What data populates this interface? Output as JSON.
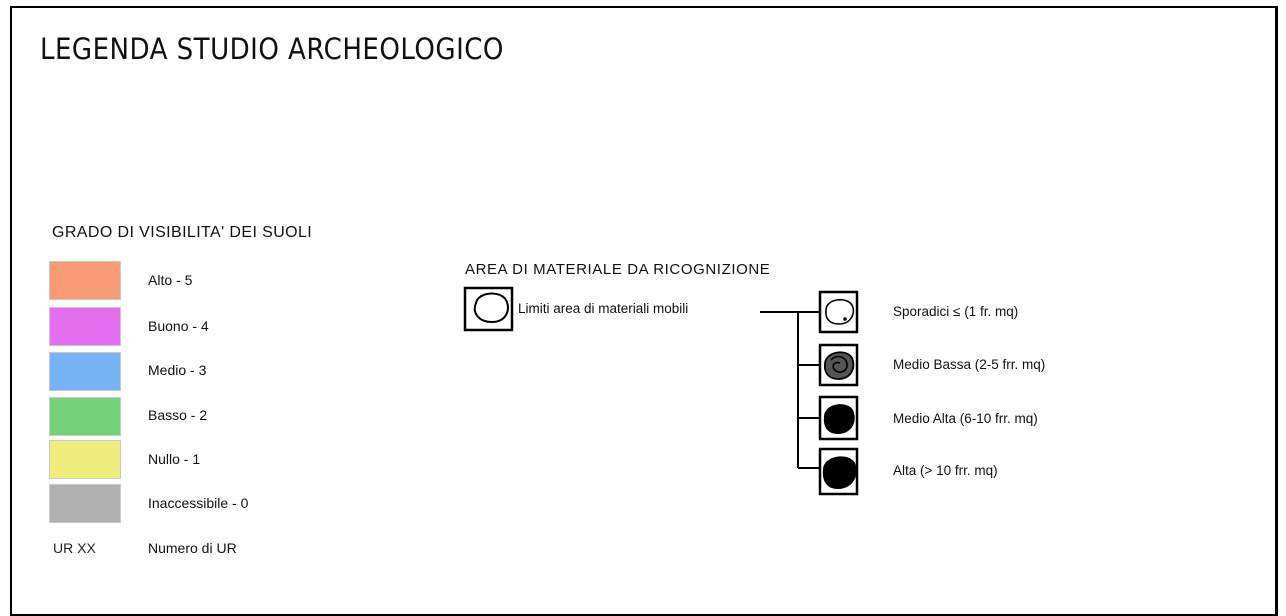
{
  "title": "LEGENDA  STUDIO  ARCHEOLOGICO",
  "visibility": {
    "title": "GRADO DI VISIBILITA' DEI SUOLI",
    "items": [
      {
        "label": "Alto - 5",
        "color": "#f59a72"
      },
      {
        "label": "Buono - 4",
        "color": "#e46ef0"
      },
      {
        "label": "Medio - 3",
        "color": "#76b3f7"
      },
      {
        "label": "Basso - 2",
        "color": "#74d27a"
      },
      {
        "label": "Nullo - 1",
        "color": "#efeb7c"
      },
      {
        "label": "Inaccessibile - 0",
        "color": "#b0b0b0"
      }
    ],
    "ur_code": "UR XX",
    "ur_label": "Numero di UR"
  },
  "materials": {
    "title": "AREA DI MATERIALE DA RICOGNIZIONE",
    "limits_label": "Limiti area di materiali mobili",
    "densities": [
      {
        "label": "Sporadici  ≤  (1 fr. mq)",
        "icon": "sporadic-density-icon"
      },
      {
        "label": "Medio Bassa (2-5 frr. mq)",
        "icon": "medium-low-density-icon"
      },
      {
        "label": "Medio Alta (6-10 frr. mq)",
        "icon": "medium-high-density-icon"
      },
      {
        "label": "Alta (> 10 frr. mq)",
        "icon": "high-density-icon"
      }
    ]
  }
}
